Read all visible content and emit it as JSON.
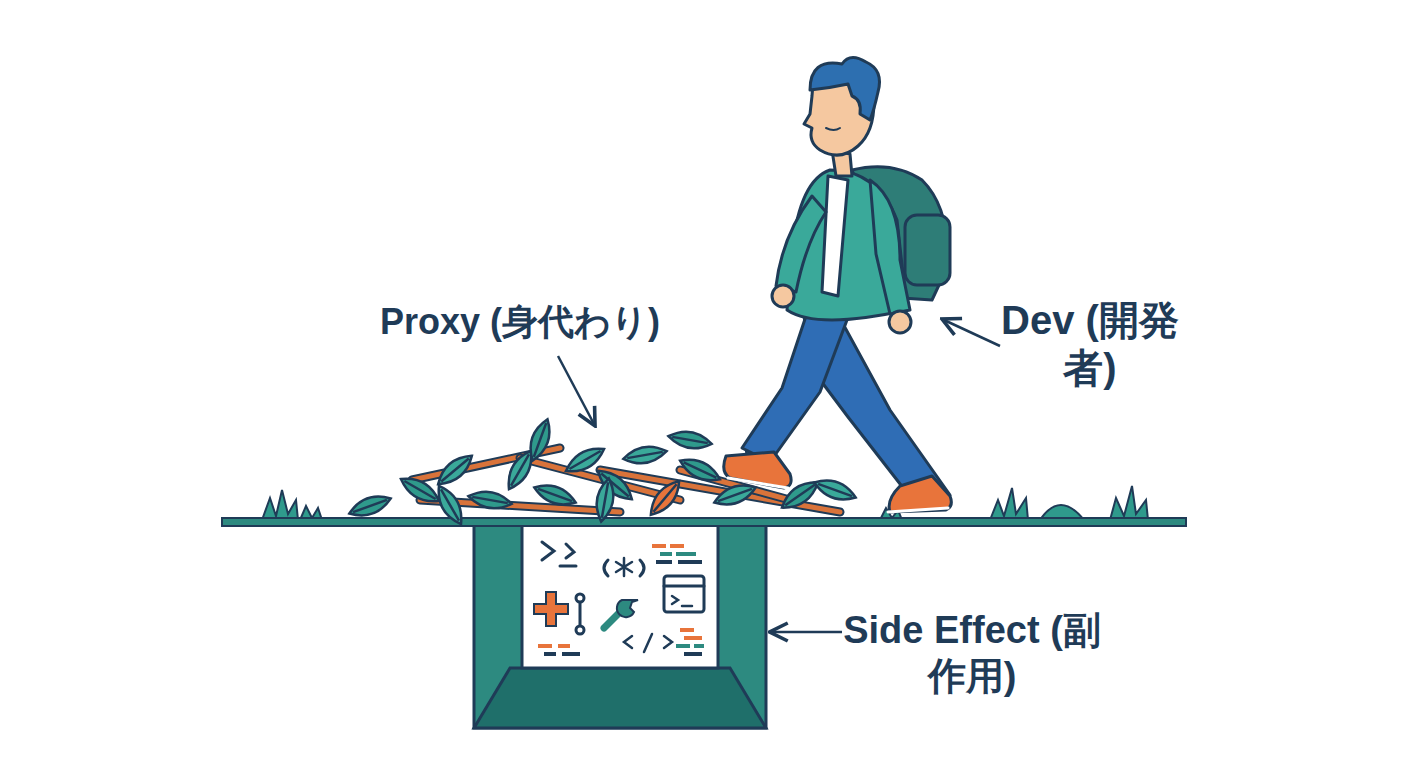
{
  "diagram": {
    "labels": [
      "Proxy (身代わり)",
      "Dev (開発者)",
      "Side Effect (副作用)"
    ]
  }
}
